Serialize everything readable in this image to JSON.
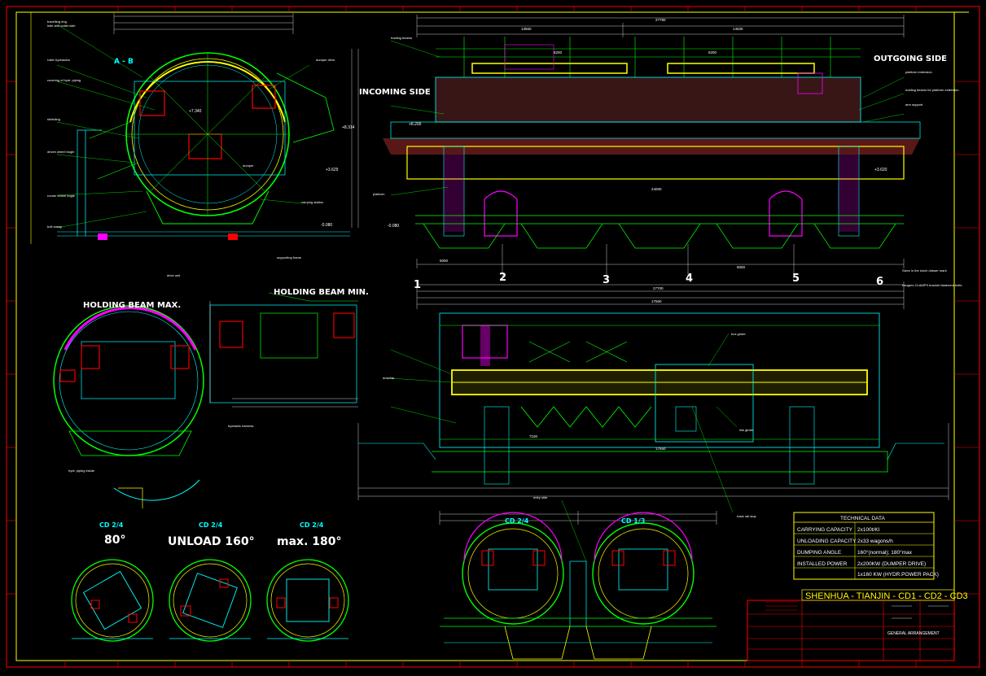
{
  "colors": {
    "background": "#000000",
    "border": "#ff0000",
    "frame_line": "#ffff00",
    "structure": "#00ff00",
    "steel": "#00ffff",
    "hydraulic": "#ff00ff",
    "label_text": "#ffffff",
    "title_text": "#ffff00"
  },
  "views": {
    "incoming_side": "INCOMING SIDE",
    "outgoing_side": "OUTGOING SIDE",
    "holding_beam_max": "HOLDING BEAM MAX.",
    "holding_beam_min": "HOLDING BEAM MIN.",
    "section_marker": "A - B"
  },
  "axis_numbers": [
    "1",
    "2",
    "3",
    "4",
    "5",
    "6"
  ],
  "position_views": [
    {
      "cd": "CD 2/4",
      "angle": "80°"
    },
    {
      "cd": "CD 2/4",
      "angle": "UNLOAD 160°"
    },
    {
      "cd": "CD 2/4",
      "angle": "max. 180°"
    }
  ],
  "bottom_views": [
    {
      "cd": "CD 2/4"
    },
    {
      "cd": "CD 1/3"
    }
  ],
  "elevations": {
    "e1": "+7.340",
    "e2": "+8.314",
    "e3": "+3.629",
    "e4": "-0.080",
    "e5": "+8.200",
    "e6": "+3.620",
    "e7": "-0.080"
  },
  "dimensions": {
    "top_total": "27780",
    "mid_total": "27700",
    "d1": "13550",
    "d2": "14530",
    "d3": "6200",
    "d4": "6200",
    "d5": "17550",
    "d6": "5000",
    "d7": "7100",
    "d8": "24000",
    "d9": "9000",
    "d10": "17550"
  },
  "technical_data": {
    "title": "TECHNICAL DATA",
    "rows": [
      {
        "label": "CARRYING CAPACITY",
        "value": "2x100t/Kl"
      },
      {
        "label": "UNLOADING CAPACITY",
        "value": "2x33 wagons/h"
      },
      {
        "label": "DUMPING ANGLE",
        "value": "160°(normal); 180°max"
      },
      {
        "label": "INSTALLED POWER",
        "value": "2x200KW (DUMPER DRIVE)"
      },
      {
        "label": "",
        "value": "1x160 KW (HYDR.POWER PACK)"
      }
    ]
  },
  "title_block": {
    "project": "SHENHUA - TIANJIN - CD1 - CD2 - CD3",
    "drawing_name": "GENERAL ARRANGEMENT"
  },
  "callouts": {
    "c1": "travelling ring",
    "c2": "inlet and outlet side",
    "c3": "roller hydraulics",
    "c4": "covering of hydr. piping",
    "c5": "shielding",
    "c6": "driven wheel bogie",
    "c7": "runner wheel bogie",
    "c8": "bolt clamp",
    "c9": "holding beams",
    "c10": "dumper drive",
    "c11": "carrying station",
    "c12": "hydraulic harness",
    "c13": "hydr. piping inside",
    "c14": "holding beams for platform extension",
    "c15": "box girder",
    "c16": "track rail stop",
    "c17": "platform extension",
    "c18": "arm support",
    "c19": "dumper",
    "c20": "drive unit",
    "c21": "link girder",
    "c22": "platform",
    "c23": "supporting frame",
    "c24": "entry side",
    "c25": "drawbar"
  },
  "notes": {
    "weights_note": "Sizes in the lunch drawer mark",
    "items_note": "hangers CLAMPS bracket fasteners bolts"
  }
}
